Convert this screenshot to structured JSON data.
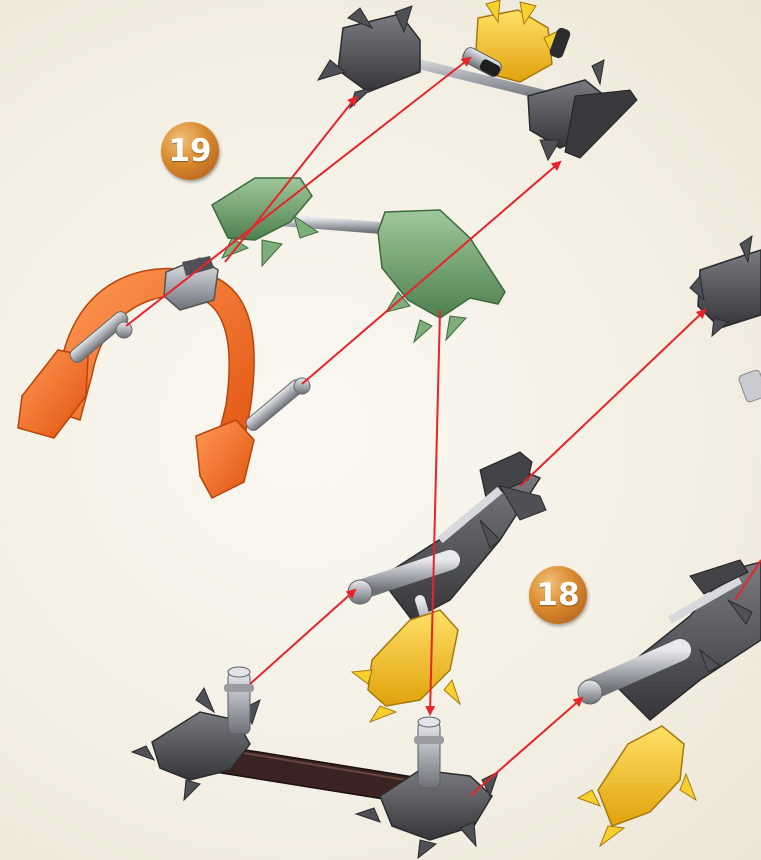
{
  "steps": [
    {
      "number": "19"
    },
    {
      "number": "18"
    }
  ],
  "colors": {
    "arrow": "#e8242a",
    "dark_connector": "#4a4a4f",
    "silver_rod": "#b9bcc2",
    "yellow_connector": "#f3c21b",
    "green_connector": "#6f9d6e",
    "orange_rod": "#f26a1b",
    "brown_rod": "#3a2320"
  },
  "icons": [
    "step-badge",
    "assembly-arrow"
  ]
}
